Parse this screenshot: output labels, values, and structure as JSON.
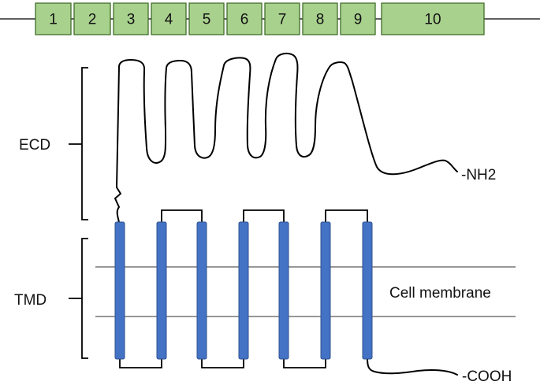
{
  "exons": [
    "1",
    "2",
    "3",
    "4",
    "5",
    "6",
    "7",
    "8",
    "9",
    "10"
  ],
  "labels": {
    "ecd": "ECD",
    "tmd": "TMD",
    "n_terminus": "-NH2",
    "c_terminus": "-COOH",
    "membrane": "Cell membrane"
  },
  "colors": {
    "exon_fill": "#a9d18e",
    "exon_stroke": "#3f6e2a",
    "helix_fill": "#4472c4",
    "helix_stroke": "#2f528f",
    "line": "#000000",
    "membrane_line": "#595959"
  },
  "transmembrane_helix_count": 7
}
